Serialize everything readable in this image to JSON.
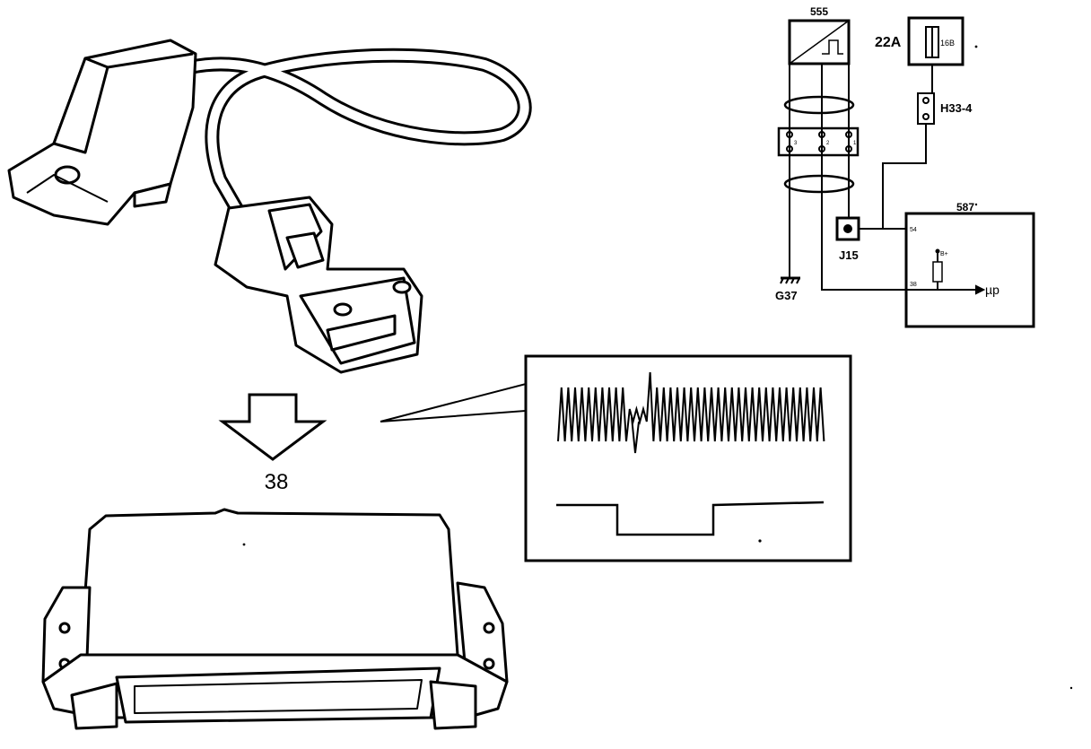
{
  "callout_number": "38",
  "schematic": {
    "sensor_id": "555",
    "fuse_label": "22A",
    "fuse_rating": "16B",
    "connector_label": "H33-4",
    "junction_label": "J15",
    "ground_label": "G37",
    "ecu_id": "587",
    "ecu_pin_supply": "54",
    "ecu_pin_signal": "38",
    "pullup_supply": "B+",
    "output_label": "µp",
    "plug_pins": [
      "3",
      "2",
      "1"
    ]
  }
}
